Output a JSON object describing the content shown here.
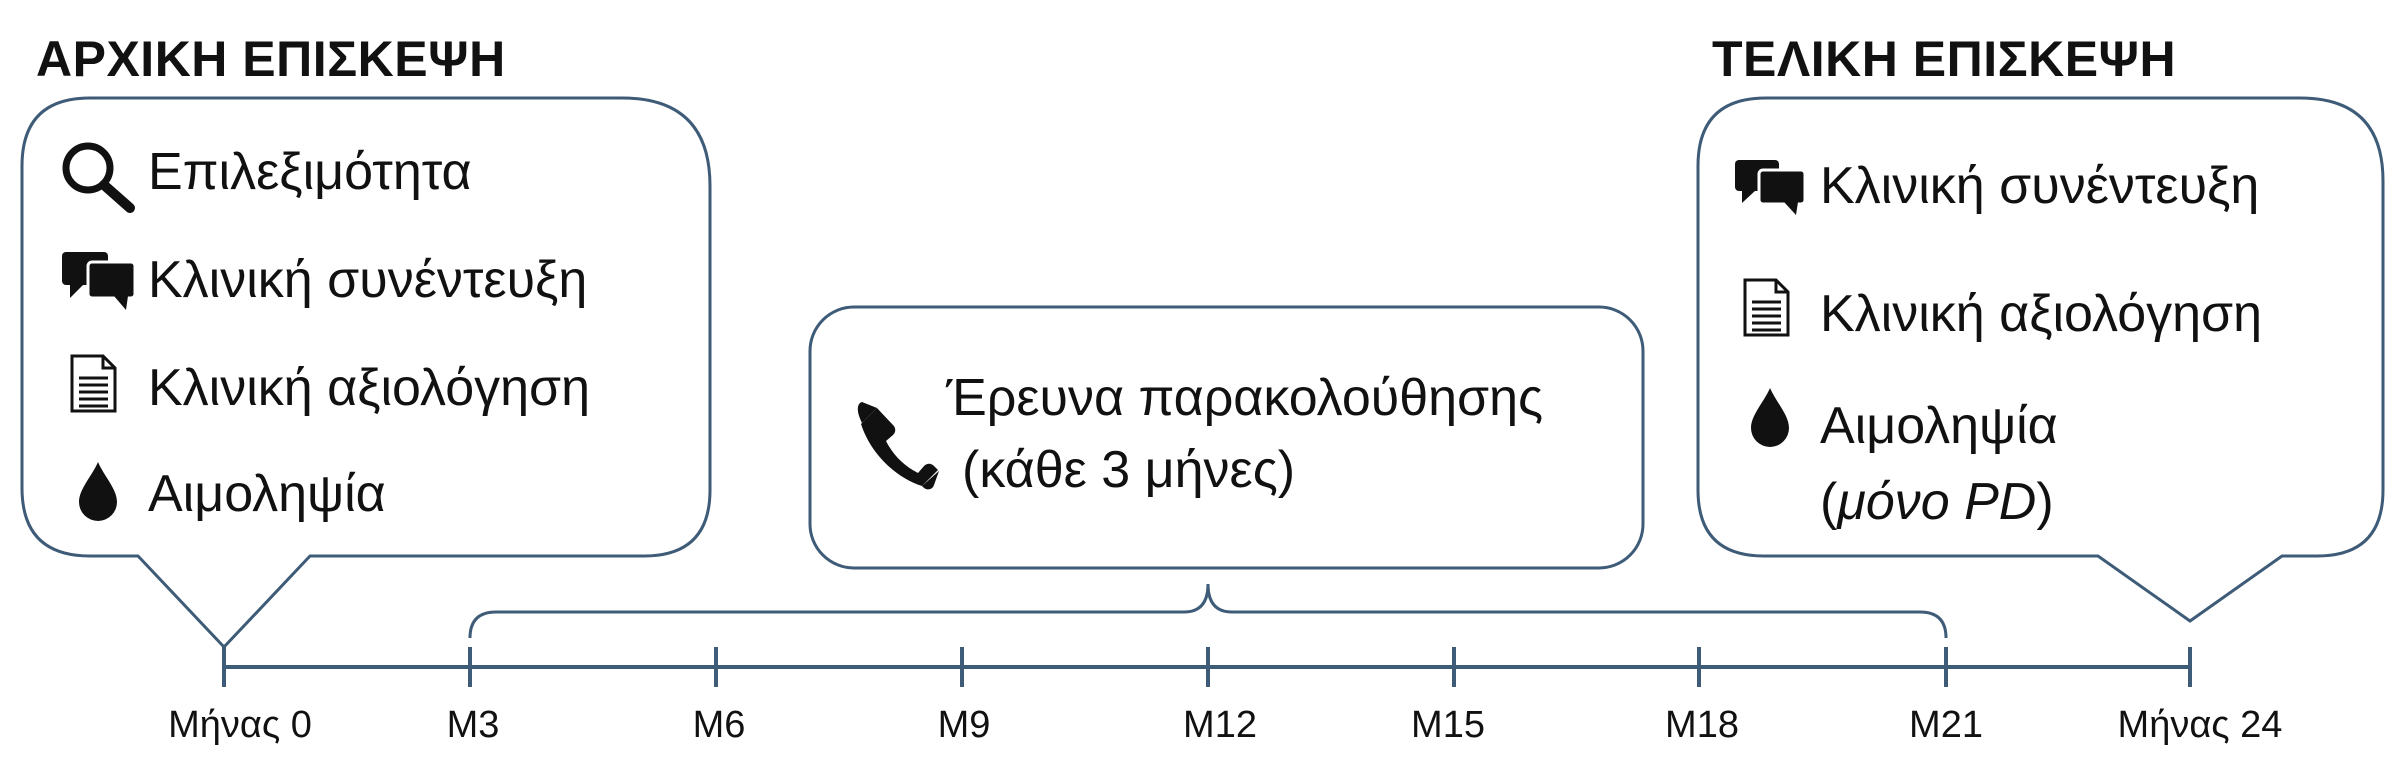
{
  "colors": {
    "line": "#3e5b78",
    "text": "#111111",
    "icon": "#111111"
  },
  "initial_visit": {
    "heading": "ΑΡΧΙΚΗ ΕΠΙΣΚΕΨΗ",
    "items": [
      {
        "icon": "search-icon",
        "label": "Επιλεξιμότητα"
      },
      {
        "icon": "chat-bubbles-icon",
        "label": "Κλινική συνέντευξη"
      },
      {
        "icon": "document-icon",
        "label": "Κλινική αξιολόγηση"
      },
      {
        "icon": "blood-drop-icon",
        "label": "Αιμοληψία"
      }
    ]
  },
  "follow_up": {
    "icon": "phone-icon",
    "line1": "Έρευνα παρακολούθησης",
    "line2": "(κάθε 3 μήνες)"
  },
  "final_visit": {
    "heading": "ΤΕΛΙΚΗ ΕΠΙΣΚΕΨΗ",
    "items": [
      {
        "icon": "chat-bubbles-icon",
        "label": "Κλινική συνέντευξη"
      },
      {
        "icon": "document-icon",
        "label": "Κλινική αξιολόγηση"
      },
      {
        "icon": "blood-drop-icon",
        "label": "Αιμοληψία",
        "note_open": "(",
        "note_italic": "μόνο PD",
        "note_close": ")"
      }
    ]
  },
  "timeline": {
    "ticks": [
      "Μήνας 0",
      "M3",
      "M6",
      "M9",
      "M12",
      "M15",
      "M18",
      "M21",
      "Μήνας 24"
    ]
  }
}
